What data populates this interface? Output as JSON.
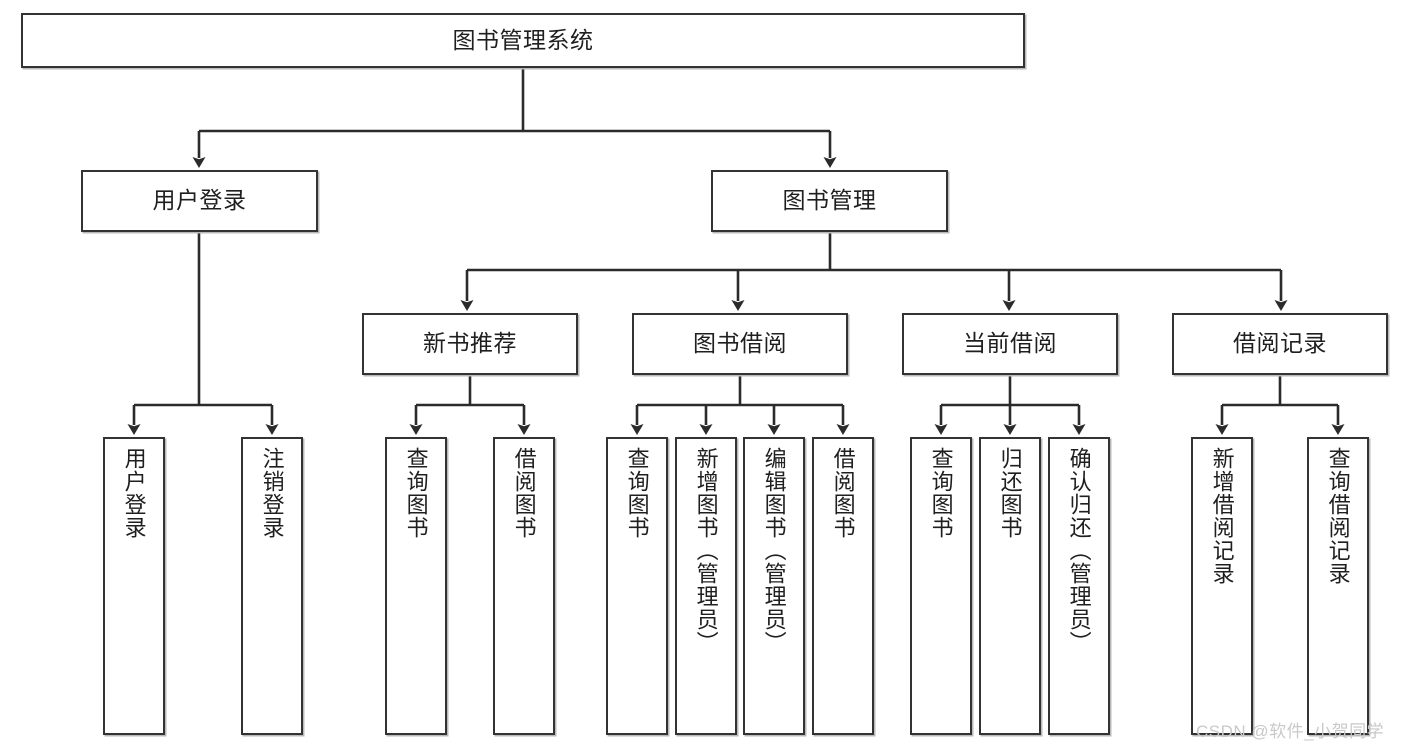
{
  "diagram": {
    "title": "图书管理系统",
    "type": "functional-structure-tree",
    "orientation": "top-down",
    "style": {
      "box_fill": "#ffffff",
      "box_stroke": "#333333",
      "edge_color": "#2b2b2b",
      "shadow_color": "#b9b9b9",
      "text_color": "#1f1f1f",
      "background": "#ffffff"
    },
    "root": {
      "id": "root",
      "label": "图书管理系统",
      "orientation": "horizontal"
    },
    "level2": [
      {
        "id": "user-login",
        "label": "用户登录",
        "orientation": "horizontal"
      },
      {
        "id": "book-manage",
        "label": "图书管理",
        "orientation": "horizontal"
      }
    ],
    "level3": [
      {
        "id": "new-book-recommend",
        "label": "新书推荐",
        "orientation": "horizontal",
        "parent": "book-manage"
      },
      {
        "id": "book-borrow",
        "label": "图书借阅",
        "orientation": "horizontal",
        "parent": "book-manage"
      },
      {
        "id": "current-borrow",
        "label": "当前借阅",
        "orientation": "horizontal",
        "parent": "book-manage"
      },
      {
        "id": "borrow-record",
        "label": "借阅记录",
        "orientation": "horizontal",
        "parent": "book-manage"
      }
    ],
    "leaves": [
      {
        "id": "leaf-user-login",
        "label": "用户登录",
        "parent": "user-login",
        "orientation": "vertical"
      },
      {
        "id": "leaf-user-logout",
        "label": "注销登录",
        "parent": "user-login",
        "orientation": "vertical"
      },
      {
        "id": "leaf-query-book-1",
        "label": "查询图书",
        "parent": "new-book-recommend",
        "orientation": "vertical"
      },
      {
        "id": "leaf-borrow-book-1",
        "label": "借阅图书",
        "parent": "new-book-recommend",
        "orientation": "vertical"
      },
      {
        "id": "leaf-query-book-2",
        "label": "查询图书",
        "parent": "book-borrow",
        "orientation": "vertical"
      },
      {
        "id": "leaf-add-book",
        "label": "新增图书（管理员）",
        "parent": "book-borrow",
        "orientation": "vertical"
      },
      {
        "id": "leaf-edit-book",
        "label": "编辑图书（管理员）",
        "parent": "book-borrow",
        "orientation": "vertical"
      },
      {
        "id": "leaf-borrow-book-2",
        "label": "借阅图书",
        "parent": "book-borrow",
        "orientation": "vertical"
      },
      {
        "id": "leaf-query-book-3",
        "label": "查询图书",
        "parent": "current-borrow",
        "orientation": "vertical"
      },
      {
        "id": "leaf-return-book",
        "label": "归还图书",
        "parent": "current-borrow",
        "orientation": "vertical"
      },
      {
        "id": "leaf-confirm-return",
        "label": "确认归还（管理员）",
        "parent": "current-borrow",
        "orientation": "vertical"
      },
      {
        "id": "leaf-add-record",
        "label": "新增借阅记录",
        "parent": "borrow-record",
        "orientation": "vertical"
      },
      {
        "id": "leaf-query-record",
        "label": "查询借阅记录",
        "parent": "borrow-record",
        "orientation": "vertical"
      }
    ]
  },
  "watermark": {
    "text": "CSDN @软件_小贺同学"
  }
}
